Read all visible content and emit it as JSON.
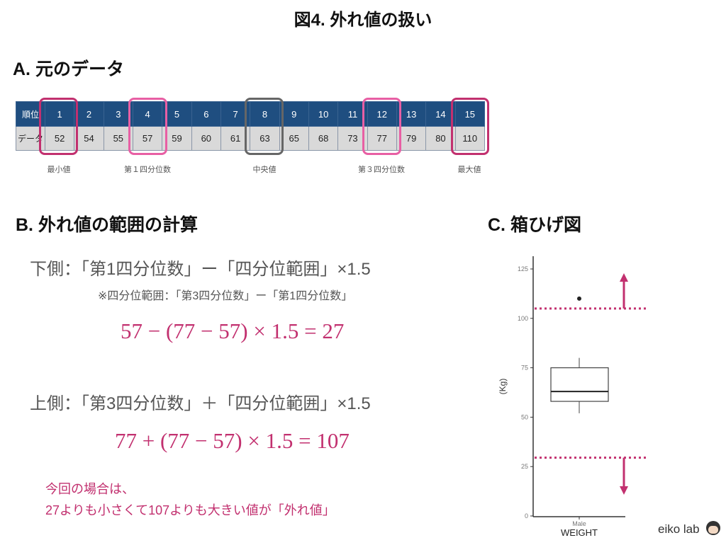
{
  "title": "図4. 外れ値の扱い",
  "sectionA": {
    "heading": "A. 元のデータ",
    "row_labels": [
      "順位",
      "データ"
    ],
    "ranks": [
      "1",
      "2",
      "3",
      "4",
      "5",
      "6",
      "7",
      "8",
      "9",
      "10",
      "11",
      "12",
      "13",
      "14",
      "15"
    ],
    "values": [
      "52",
      "54",
      "55",
      "57",
      "59",
      "60",
      "61",
      "63",
      "65",
      "68",
      "73",
      "77",
      "79",
      "80",
      "110"
    ],
    "captions": [
      "最小値",
      "第１四分位数",
      "中央値",
      "第３四分位数",
      "最大値"
    ],
    "colors": {
      "dark_pink": "#c2306f",
      "light_pink": "#e85fa4",
      "gray": "#666666",
      "header": "#1f4e80"
    }
  },
  "sectionB": {
    "heading": "B. 外れ値の範囲の計算",
    "lower_rule": "下側：「第1四分位数」ー「四分位範囲」×1.5",
    "iqr_note": "※四分位範囲：「第3四分位数」ー「第1四分位数」",
    "lower_formula": "57 − (77 − 57) × 1.5 = 27",
    "upper_rule": "上側：「第3四分位数」＋「四分位範囲」×1.5",
    "upper_formula": "77 + (77 − 57) × 1.5 = 107",
    "conclusion_line1": "今回の場合は、",
    "conclusion_line2": "27よりも小さくて107よりも大きい値が「外れ値」"
  },
  "sectionC": {
    "heading": "C. 箱ひげ図"
  },
  "chart_data": {
    "type": "box",
    "title": "",
    "xlabel": "WEIGHT",
    "ylabel": "(Kg)",
    "ylim": [
      0,
      125
    ],
    "yticks": [
      "0",
      "25",
      "50",
      "75",
      "100",
      "125"
    ],
    "categories": [
      "Male"
    ],
    "box": {
      "whisker_low": 52,
      "q1": 58,
      "median": 63,
      "q3": 75,
      "whisker_high": 80,
      "outliers": [
        110
      ]
    },
    "fence_lines": [
      105,
      29.5
    ],
    "fence_color": "#c2306f"
  },
  "logo": "eiko lab"
}
